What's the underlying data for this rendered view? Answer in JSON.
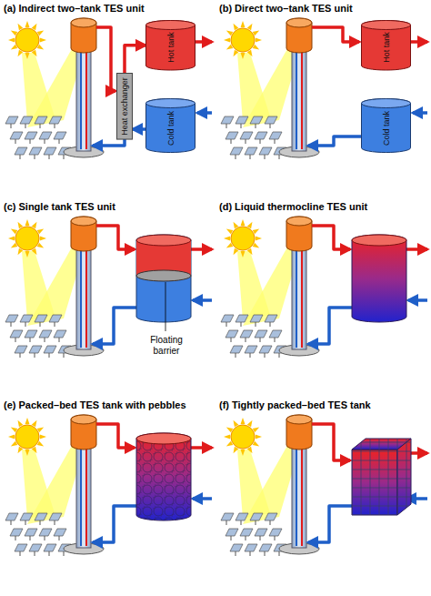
{
  "diagram": {
    "nodes": [
      {
        "text": [
          "Hot tank"
        ]
      },
      {
        "text": [
          "Heat exchanger"
        ]
      },
      {
        "text": [
          "Cold tank"
        ]
      },
      {
        "text": [
          "Hot tank"
        ]
      },
      {
        "text": [
          "Cold tank"
        ]
      }
    ],
    "edges": [
      {
        "from": 1,
        "to": 0,
        "arrow": "to"
      },
      {
        "from": 2,
        "to": 1,
        "arrow": "to"
      }
    ],
    "labels": [
      "(a) Indirect two–tank TES unit",
      "(b) Direct two–tank TES unit",
      "(c) Single tank TES unit",
      "Floating barrier",
      "(d) Liquid thermocline TES unit",
      "(e) Packed–bed TES tank with pebbles",
      "(f) Tightly packed–bed TES tank"
    ]
  }
}
